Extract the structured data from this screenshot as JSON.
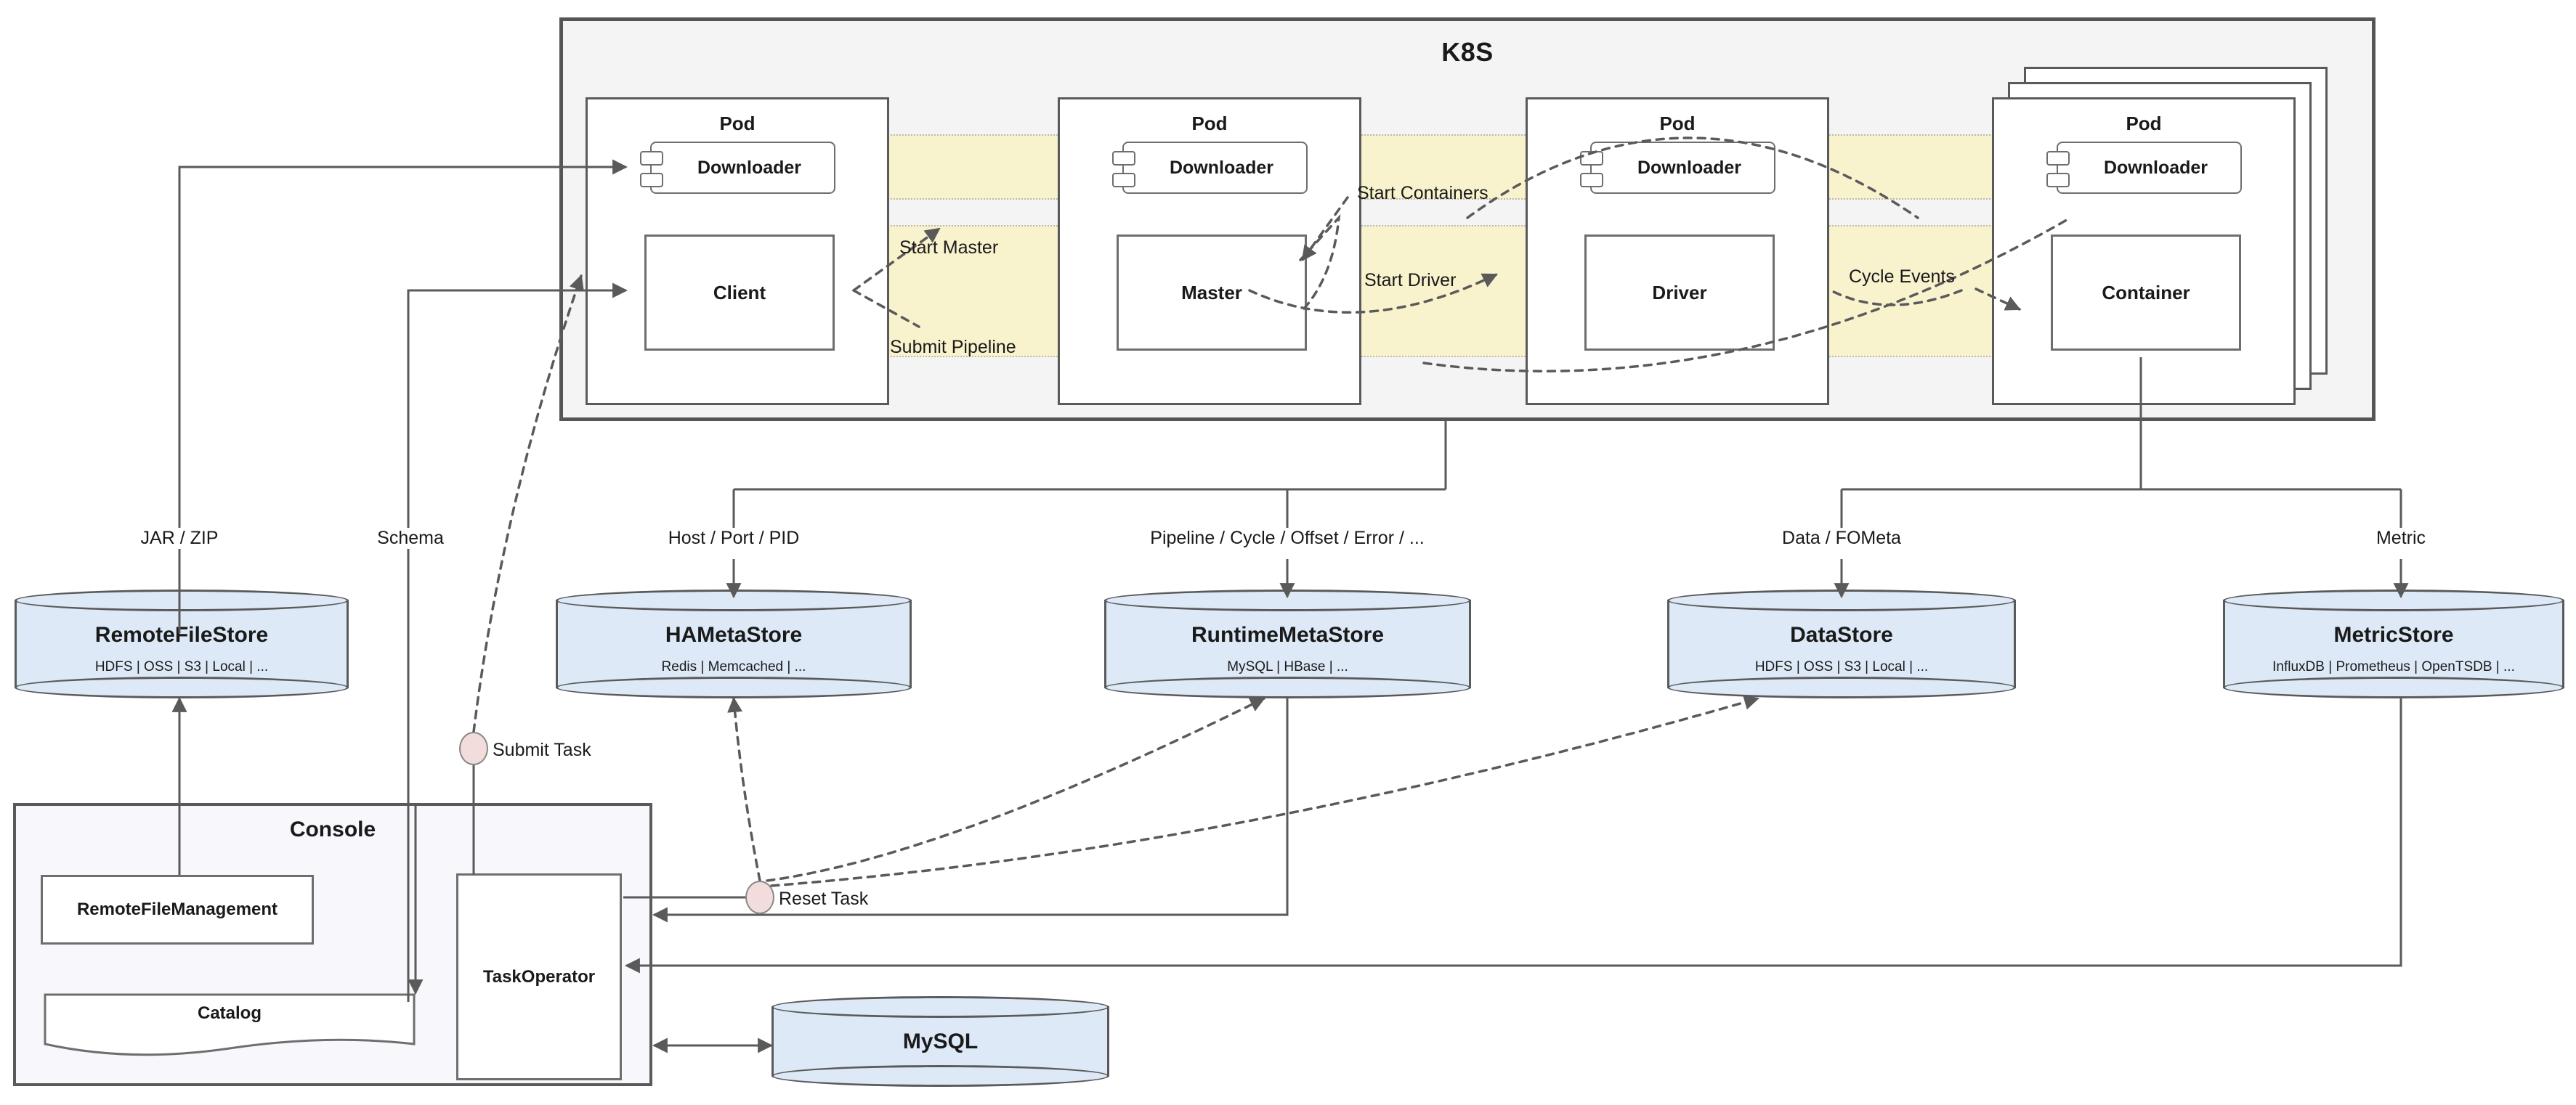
{
  "k8s": {
    "title": "K8S",
    "pods": [
      {
        "pod_label": "Pod",
        "downloader_label": "Downloader",
        "role_label": "Client"
      },
      {
        "pod_label": "Pod",
        "downloader_label": "Downloader",
        "role_label": "Master"
      },
      {
        "pod_label": "Pod",
        "downloader_label": "Downloader",
        "role_label": "Driver"
      },
      {
        "pod_label": "Pod",
        "downloader_label": "Downloader",
        "role_label": "Container"
      }
    ],
    "flow_labels": {
      "start_master": "Start Master",
      "submit_pipeline": "Submit Pipeline",
      "start_containers": "Start Containers",
      "start_driver": "Start Driver",
      "cycle_events": "Cycle Events"
    }
  },
  "edge_labels": {
    "jar_zip": "JAR / ZIP",
    "schema": "Schema",
    "host_port_pid": "Host / Port / PID",
    "pipeline_cycle": "Pipeline / Cycle / Offset / Error / ...",
    "data_fometa": "Data / FOMeta",
    "metric": "Metric"
  },
  "stores": [
    {
      "name": "RemoteFileStore",
      "backends": "HDFS | OSS | S3 | Local | ..."
    },
    {
      "name": "HAMetaStore",
      "backends": "Redis | Memcached | ..."
    },
    {
      "name": "RuntimeMetaStore",
      "backends": "MySQL | HBase | ..."
    },
    {
      "name": "DataStore",
      "backends": "HDFS | OSS | S3 | Local | ..."
    },
    {
      "name": "MetricStore",
      "backends": "InfluxDB | Prometheus | OpenTSDB | ..."
    }
  ],
  "console": {
    "title": "Console",
    "remote_file_management": "RemoteFileManagement",
    "catalog": "Catalog",
    "task_operator": "TaskOperator"
  },
  "db": {
    "mysql": "MySQL"
  },
  "junctions": {
    "submit_task": "Submit Task",
    "reset_task": "Reset Task"
  },
  "colors": {
    "k8s_fill": "#f4f4f4",
    "lane_fill": "#f8f2cd",
    "store_fill": "#dde9f7",
    "console_fill": "#f7f7fc",
    "junction_fill": "#f3dcdc",
    "stroke": "#5a5a5a"
  }
}
